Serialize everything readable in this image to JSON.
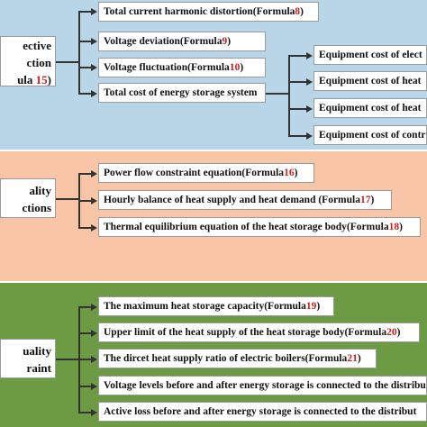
{
  "sections": [
    {
      "label_lines": [
        "ective",
        "ction",
        "ula"
      ],
      "label_number": "15",
      "label_suffix": ")",
      "items": [
        {
          "text": "Total current harmonic distortion(Formula ",
          "num": "8",
          "end": ")"
        },
        {
          "text": "Voltage deviation(Formula ",
          "num": "9",
          "end": ")"
        },
        {
          "text": "Voltage fluctuation(Formula ",
          "num": "10",
          "end": ")"
        },
        {
          "text": "Total cost of energy storage system",
          "num": "",
          "end": ""
        }
      ],
      "subitems": [
        "Equipment cost of elect",
        "Equipment cost of heat",
        "Equipment cost of heat",
        "Equipment cost of contr"
      ]
    },
    {
      "label_lines": [
        "ality",
        "ctions"
      ],
      "items": [
        {
          "text": "Power flow constraint equation(Formula ",
          "num": "16",
          "end": ")"
        },
        {
          "text": "Hourly balance of heat supply and heat demand (Formula ",
          "num": "17",
          "end": ")"
        },
        {
          "text": "Thermal equilibrium equation of the heat storage body(Formula ",
          "num": "18",
          "end": ")"
        }
      ]
    },
    {
      "label_lines": [
        "uality",
        "raint"
      ],
      "items": [
        {
          "text": "The maximum heat storage capacity(Formula ",
          "num": "19",
          "end": ")"
        },
        {
          "text": "Upper limit of the heat supply of the heat storage body(Formula ",
          "num": "20",
          "end": ")"
        },
        {
          "text": "The dircet heat supply ratio of electric boilers(Formula ",
          "num": "21",
          "end": ")"
        },
        {
          "text": "Voltage levels before and after energy storage is connected to the distribu",
          "num": "",
          "end": ""
        },
        {
          "text": "Active loss before and after energy storage is connected to the distribut",
          "num": "",
          "end": ""
        }
      ]
    }
  ]
}
